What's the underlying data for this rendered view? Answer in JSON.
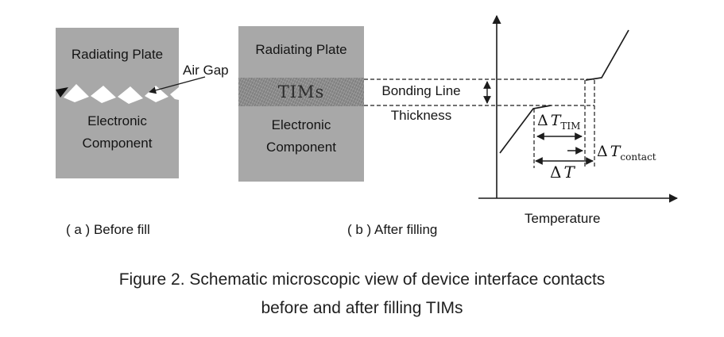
{
  "panel_a": {
    "plate_label": "Radiating Plate",
    "air_gap_label": "Air Gap",
    "component_line1": "Electronic",
    "component_line2": "Component",
    "caption": "( a ) Before fill"
  },
  "panel_b": {
    "plate_label": "Radiating Plate",
    "tims_label": "TIMs",
    "component_line1": "Electronic",
    "component_line2": "Component",
    "bonding_line_label_1": "Bonding Line",
    "bonding_line_label_2": "Thickness",
    "caption": "( b ) After filling"
  },
  "graph": {
    "x_axis_label": "Temperature",
    "delta_t_tim": {
      "delta": "Δ",
      "t": "T",
      "sub": "TIM"
    },
    "delta_t_contact": {
      "delta": "Δ",
      "t": "T",
      "sub": "contact"
    },
    "delta_t_total": {
      "delta": "Δ",
      "t": "T"
    }
  },
  "figure_caption": {
    "line1": "Figure 2. Schematic microscopic view of device interface contacts",
    "line2": "before and after filling TIMs"
  },
  "colors": {
    "block_gray": "#a8a8a8",
    "tims_gray": "#8f8f8f",
    "line_color": "#1c1c1c"
  }
}
